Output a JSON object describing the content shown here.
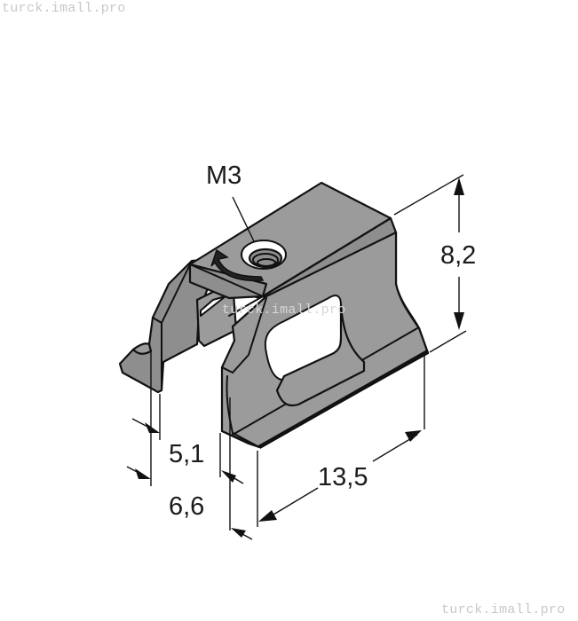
{
  "watermarks": {
    "top_left": "turck.imall.pro",
    "center": "turck.imall.pro",
    "bottom_right": "turck.imall.pro"
  },
  "drawing": {
    "subject": "mounting bracket with M3 threaded hole",
    "fill_color": "#9b9b9b",
    "line_color": "#111111",
    "background": "#ffffff"
  },
  "dimensions": {
    "thread": "M3",
    "height": "8,2",
    "length": "13,5",
    "slot_width": "5,1",
    "inner_width": "6,6"
  }
}
